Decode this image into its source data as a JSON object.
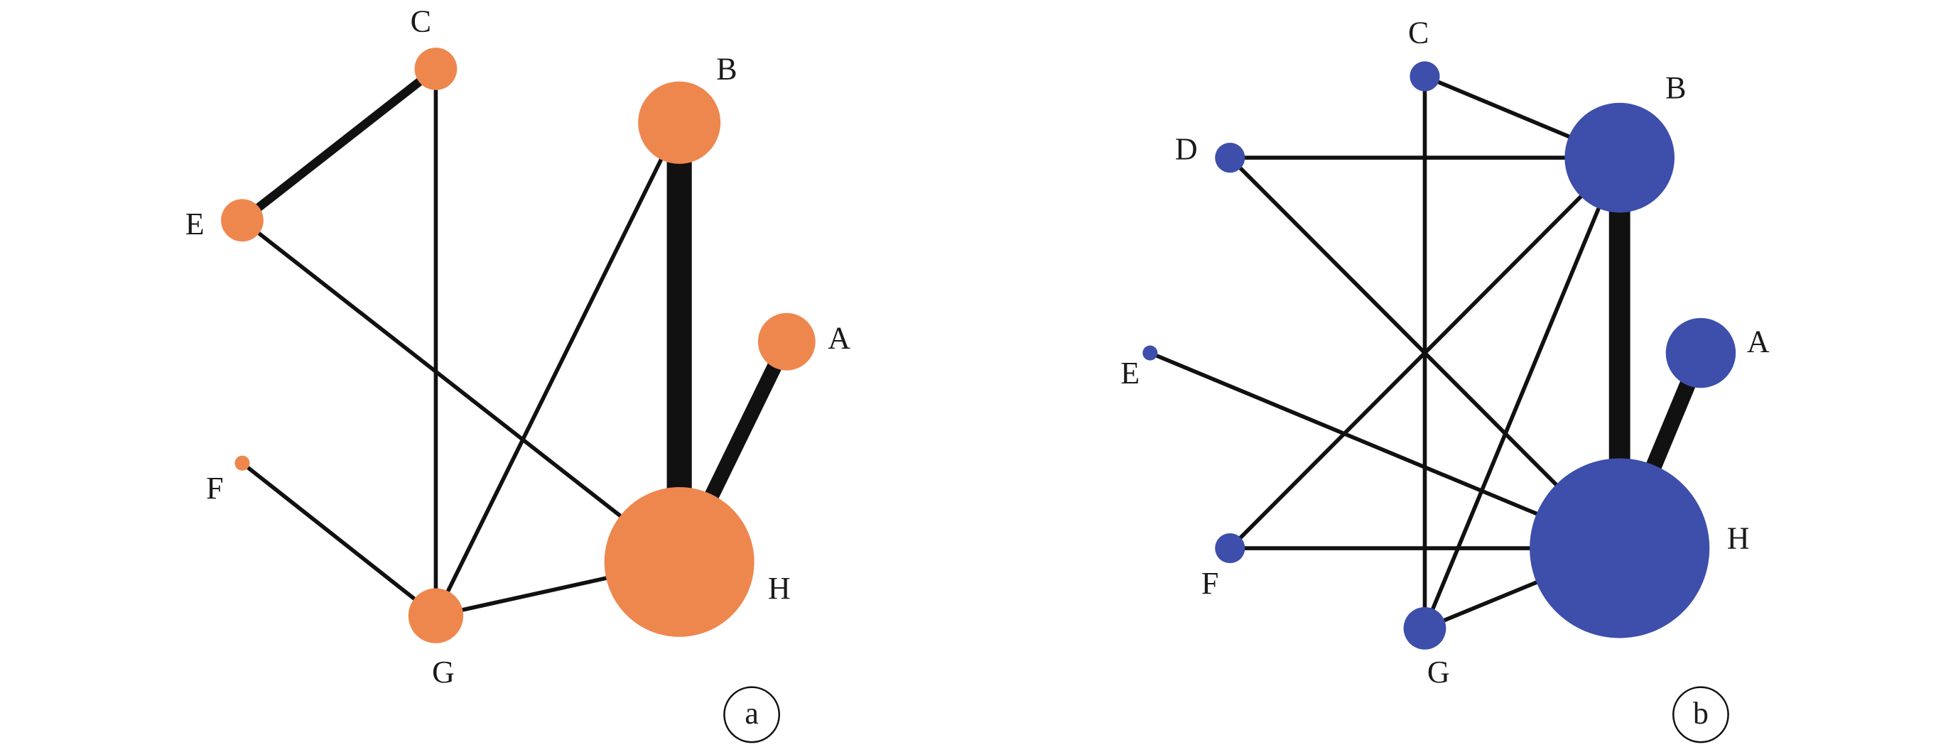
{
  "figure": {
    "panels": [
      {
        "id": "a",
        "tag": "a",
        "node_color": "#EE874E",
        "nodes": [
          {
            "id": "A",
            "label": "A"
          },
          {
            "id": "B",
            "label": "B"
          },
          {
            "id": "C",
            "label": "C"
          },
          {
            "id": "E",
            "label": "E"
          },
          {
            "id": "F",
            "label": "F"
          },
          {
            "id": "G",
            "label": "G"
          },
          {
            "id": "H",
            "label": "H"
          }
        ],
        "edges": [
          {
            "from": "C",
            "to": "E"
          },
          {
            "from": "C",
            "to": "G"
          },
          {
            "from": "E",
            "to": "H"
          },
          {
            "from": "B",
            "to": "G"
          },
          {
            "from": "B",
            "to": "H"
          },
          {
            "from": "A",
            "to": "H"
          },
          {
            "from": "F",
            "to": "G"
          },
          {
            "from": "G",
            "to": "H"
          }
        ]
      },
      {
        "id": "b",
        "tag": "b",
        "node_color": "#3D4EAB",
        "nodes": [
          {
            "id": "A",
            "label": "A"
          },
          {
            "id": "B",
            "label": "B"
          },
          {
            "id": "C",
            "label": "C"
          },
          {
            "id": "D",
            "label": "D"
          },
          {
            "id": "E",
            "label": "E"
          },
          {
            "id": "F",
            "label": "F"
          },
          {
            "id": "G",
            "label": "G"
          },
          {
            "id": "H",
            "label": "H"
          }
        ],
        "edges": [
          {
            "from": "C",
            "to": "B"
          },
          {
            "from": "C",
            "to": "G"
          },
          {
            "from": "D",
            "to": "B"
          },
          {
            "from": "D",
            "to": "H"
          },
          {
            "from": "B",
            "to": "F"
          },
          {
            "from": "B",
            "to": "G"
          },
          {
            "from": "B",
            "to": "H"
          },
          {
            "from": "A",
            "to": "H"
          },
          {
            "from": "E",
            "to": "H"
          },
          {
            "from": "F",
            "to": "H"
          },
          {
            "from": "G",
            "to": "H"
          }
        ]
      }
    ],
    "edge_color": "#111111"
  }
}
